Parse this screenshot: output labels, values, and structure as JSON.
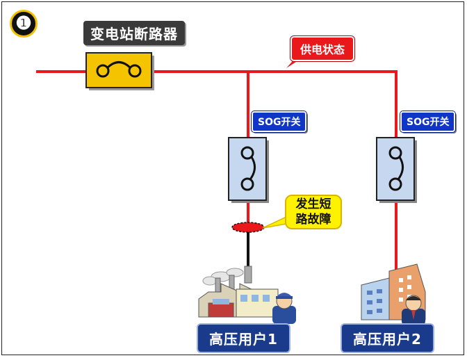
{
  "step_number": "❶",
  "substation_breaker": {
    "label": "变电站断路器"
  },
  "supply_status": {
    "label": "供电状态"
  },
  "switches": [
    {
      "label": "SOG开关"
    },
    {
      "label": "SOG开关"
    }
  ],
  "fault": {
    "label_line1": "发生短",
    "label_line2": "路故障"
  },
  "users": [
    {
      "label": "高压用户1"
    },
    {
      "label": "高压用户2"
    }
  ],
  "colors": {
    "energized_line": "#e8181b",
    "dead_line": "#111111",
    "breaker_fill": "#f5c400",
    "switch_fill": "#c6d8ef",
    "label_blue": "#1036c8"
  }
}
